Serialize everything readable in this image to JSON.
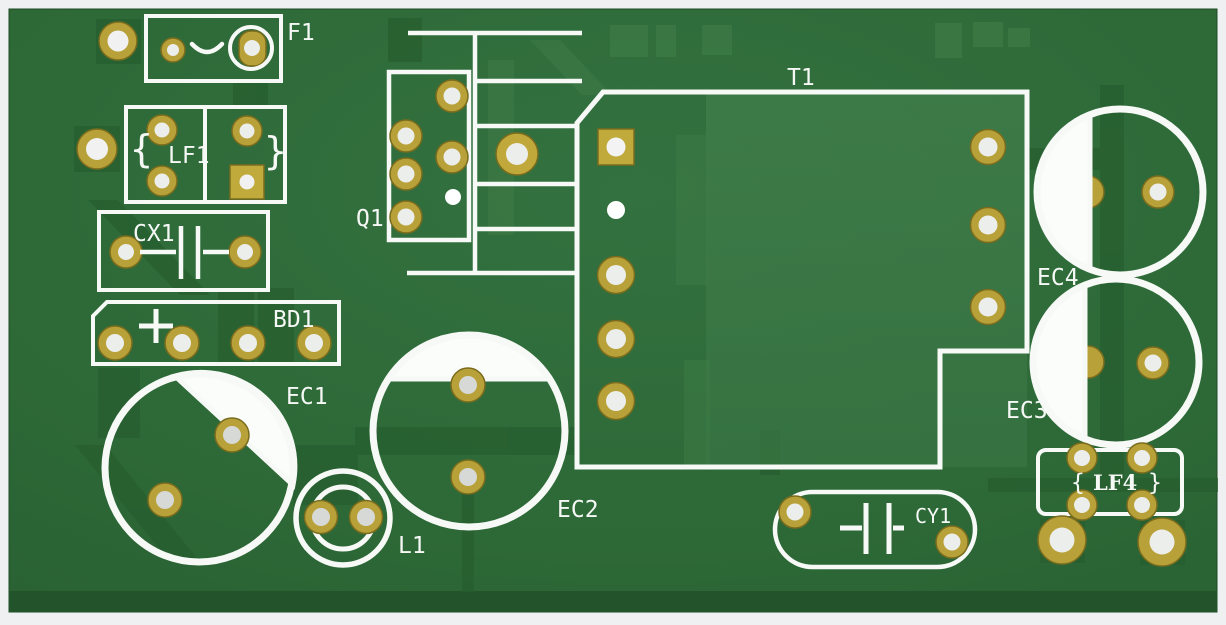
{
  "board": {
    "type": "pcb-layout-top-view",
    "colors": {
      "frame": "#eff0f1",
      "board_green": "#2e6a38",
      "board_light": "#3d7a46",
      "trace_dark": "#275e2f",
      "bottom_edge": "#24562a",
      "silkscreen": "#f6f9f6",
      "pad_gold": "#b7a138",
      "pad_rim": "#7a6c1e",
      "hole": "#e8eae8"
    },
    "decorations": {
      "brace_left": "{",
      "brace_right": "}"
    },
    "components": [
      {
        "id": "F1",
        "label": "F1",
        "type": "fuse"
      },
      {
        "id": "LF1",
        "label": "LF1",
        "type": "line-filter"
      },
      {
        "id": "CX1",
        "label": "CX1",
        "type": "x-capacitor"
      },
      {
        "id": "BD1",
        "label": "BD1",
        "type": "bridge-rectifier"
      },
      {
        "id": "EC1",
        "label": "EC1",
        "type": "electrolytic-capacitor"
      },
      {
        "id": "L1",
        "label": "L1",
        "type": "inductor"
      },
      {
        "id": "EC2",
        "label": "EC2",
        "type": "electrolytic-capacitor"
      },
      {
        "id": "Q1",
        "label": "Q1",
        "type": "transistor"
      },
      {
        "id": "T1",
        "label": "T1",
        "type": "transformer"
      },
      {
        "id": "CY1",
        "label": "CY1",
        "type": "y-capacitor"
      },
      {
        "id": "EC3",
        "label": "EC3",
        "type": "electrolytic-capacitor"
      },
      {
        "id": "EC4",
        "label": "EC4",
        "type": "electrolytic-capacitor"
      },
      {
        "id": "LF4",
        "label": "LF4",
        "type": "line-filter"
      }
    ]
  }
}
